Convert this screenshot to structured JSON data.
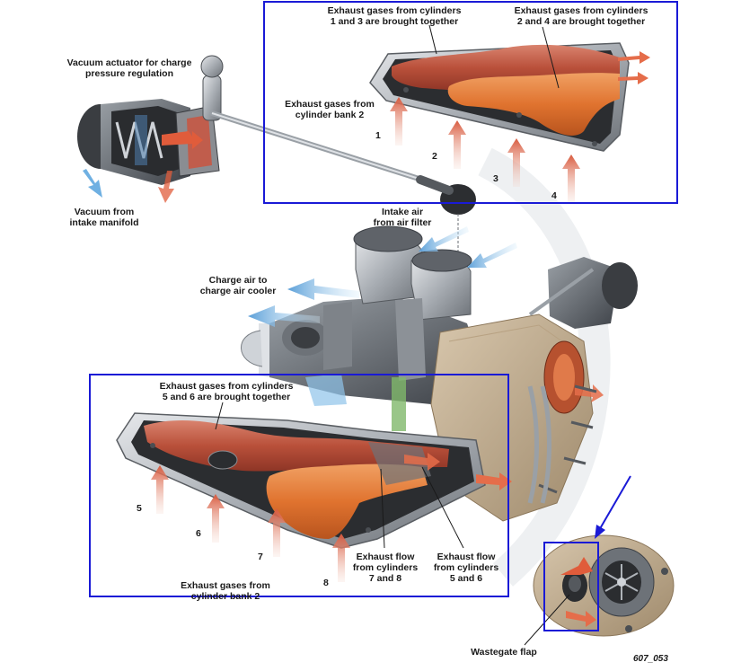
{
  "labels": {
    "vacuum_actuator": [
      "Vacuum actuator for charge",
      "pressure regulation"
    ],
    "vacuum_from": [
      "Vacuum from",
      "intake manifold"
    ],
    "exhaust_1_3": [
      "Exhaust gases from cylinders",
      "1 and 3 are brought together"
    ],
    "exhaust_2_4": [
      "Exhaust gases from cylinders",
      "2 and 4 are brought together"
    ],
    "bank2_top": [
      "Exhaust gases from",
      "cylinder bank 2"
    ],
    "intake_air": [
      "Intake air",
      "from air filter"
    ],
    "charge_air": [
      "Charge air to",
      "charge air cooler"
    ],
    "exhaust_5_6": [
      "Exhaust gases from cylinders",
      "5 and 6 are brought together"
    ],
    "flow_7_8": [
      "Exhaust flow",
      "from cylinders",
      "7 and 8"
    ],
    "flow_5_6": [
      "Exhaust flow",
      "from cylinders",
      "5 and 6"
    ],
    "bank2_bottom": [
      "Exhaust gases from",
      "cylinder bank 2"
    ],
    "wastegate": "Wastegate flap",
    "figure_id": "607_053"
  },
  "cylinders": {
    "c1": "1",
    "c2": "2",
    "c3": "3",
    "c4": "4",
    "c5": "5",
    "c6": "6",
    "c7": "7",
    "c8": "8"
  },
  "colors": {
    "highlight_box": "#1a1ad6",
    "exhaust_red": "#c9553f",
    "exhaust_orange": "#e2773c",
    "intake_blue": "#8fc3ea",
    "metal_gray": "#8a8d92"
  }
}
